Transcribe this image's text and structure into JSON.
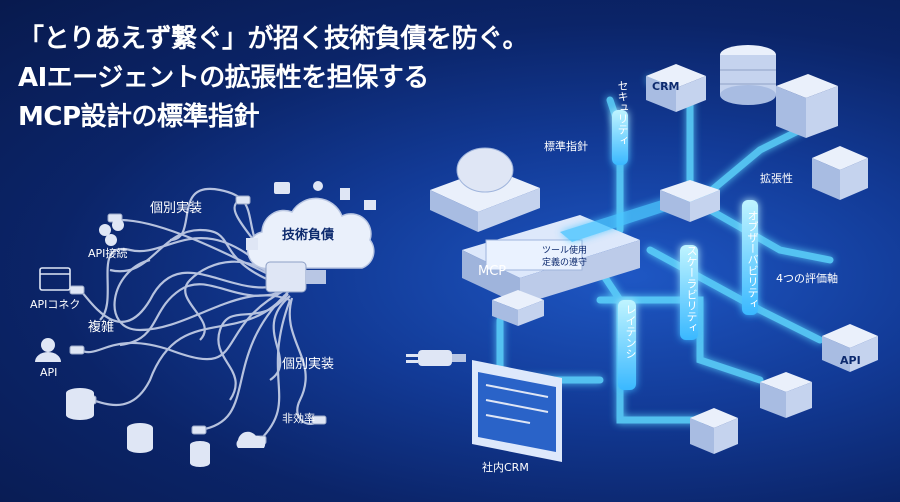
{
  "title": {
    "line1": "「とりあえず繋ぐ」が招く技術負債を防ぐ。",
    "line2": "AIエージェントの拡張性を担保する",
    "line3": "MCP設計の標準指針"
  },
  "left_labels": {
    "individual_impl_top": "個別実装",
    "tech_debt": "技術負債",
    "api_connect": "API接続",
    "api_connector": "APIコネク",
    "complex": "複雑",
    "api": "API",
    "individual_impl_bottom": "個別実装",
    "inefficient": "非効率"
  },
  "right_labels": {
    "standard_guideline": "標準指針",
    "security": "セキュリティ",
    "crm_box": "CRM",
    "extensibility": "拡張性",
    "observability": "オブザーバビリティ",
    "scalability": "スケーラビリティ",
    "four_axes": "4つの評価軸",
    "latency": "レイテンシ",
    "mcp": "MCP",
    "tool_def_1": "ツール使用",
    "tool_def_2": "定義の遵守",
    "api_box": "API",
    "internal_crm": "社内CRM"
  },
  "colors": {
    "background": "#0b2468",
    "glow": "#5fd8ff",
    "box": "#dde8fb",
    "cable": "#c9d3ea"
  }
}
